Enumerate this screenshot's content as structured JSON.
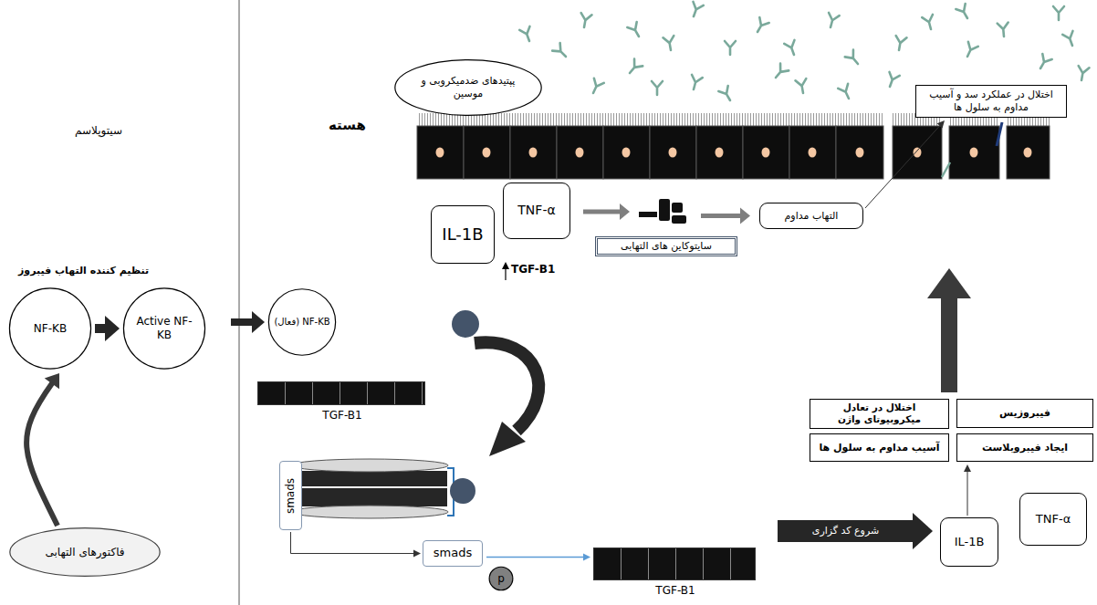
{
  "diagram": {
    "nodes": [
      {
        "text": [
          "پپتیدهای ضدمیکروبی و موسین"
        ]
      },
      {
        "text": [
          "اختلال در عملکرد سد و آسیب مداوم به سلول ها"
        ]
      },
      {
        "text": [
          "IL-1B"
        ]
      },
      {
        "text": [
          "TNF-α"
        ]
      },
      {
        "text": [
          "سایتوکاین های التهابی"
        ]
      },
      {
        "text": [
          "التهاب مداوم"
        ]
      },
      {
        "text": [
          "NF-KB"
        ]
      },
      {
        "text": [
          "Active NF-KB"
        ]
      },
      {
        "text": [
          "NF-KB (فعال)"
        ]
      },
      {
        "text": [
          "TGF-B1"
        ]
      },
      {
        "text": [
          "smads"
        ]
      },
      {
        "text": [
          "smads"
        ]
      },
      {
        "text": [
          "p"
        ],
        "in": 11
      },
      {
        "text": [
          "TGF-B1"
        ]
      },
      {
        "text": [
          "IL-1B"
        ]
      },
      {
        "text": [
          "TNF-α"
        ]
      },
      {
        "text": [
          "فیبروزیس"
        ]
      },
      {
        "text": [
          "اختلال در تعادل میکروبیوتای واژن"
        ]
      },
      {
        "text": [
          "ایجاد فیبروبلاست"
        ]
      },
      {
        "text": [
          "آسیب مداوم به سلول ها"
        ]
      },
      {
        "text": [
          "فاکتورهای التهابی"
        ]
      }
    ],
    "edges": [
      {
        "from": 20,
        "to": 6,
        "arrow": "to"
      },
      {
        "from": 6,
        "to": 7,
        "arrow": "to"
      },
      {
        "from": 7,
        "to": 8,
        "arrow": "to"
      },
      {
        "from": 3,
        "to": 4,
        "arrow": "to"
      },
      {
        "from": 4,
        "to": 5,
        "arrow": "to"
      },
      {
        "from": 5,
        "to": 1,
        "arrow": "to"
      },
      {
        "from": 10,
        "to": 11,
        "arrow": "to"
      },
      {
        "from": 11,
        "to": 13,
        "arrow": "to"
      },
      {
        "from": 13,
        "to": 14,
        "label": "شروع کد گزاری",
        "arrow": "to"
      },
      {
        "from": 14,
        "to": 18,
        "arrow": "to"
      }
    ],
    "labels": [
      "سیتوپلاسم",
      "هسته",
      "تنظیم کننده التهاب فیبروز",
      "TGF-B1"
    ]
  }
}
